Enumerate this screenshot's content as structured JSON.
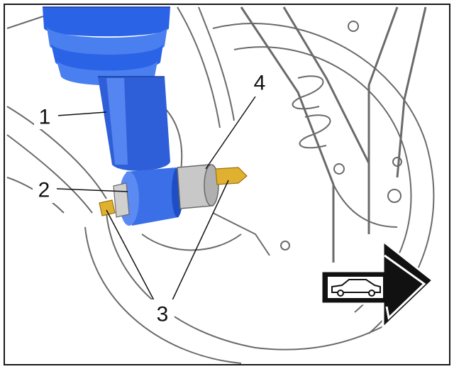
{
  "figure": {
    "callouts": [
      {
        "id": "1",
        "label": "1"
      },
      {
        "id": "2",
        "label": "2"
      },
      {
        "id": "3",
        "label": "3"
      },
      {
        "id": "4",
        "label": "4"
      }
    ],
    "direction_icon": "car-driving-direction-arrow-icon"
  },
  "colors": {
    "frame": "#1a1a1a",
    "background": "#ffffff",
    "line_art": "#6a6a6a",
    "spring": "#2a63e6",
    "damper": "#2f5fd8",
    "bushing": "#3a6fe8",
    "bolt": "#e0b030",
    "sleeve": "#c8c8c8",
    "arrow": "#111111"
  }
}
